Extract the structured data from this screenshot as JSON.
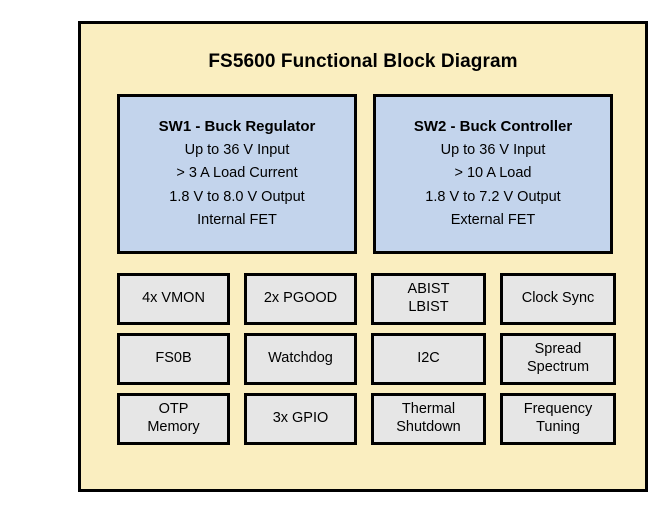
{
  "diagram": {
    "title": "FS5600 Functional Block Diagram",
    "colors": {
      "page_background": "#ffffff",
      "panel_background": "#faeec0",
      "panel_border": "#000000",
      "regulator_block_background": "#c3d4ec",
      "feature_block_background": "#e6e6e6",
      "text": "#000000"
    },
    "regulator_blocks": [
      {
        "id": "sw1",
        "title": "SW1 - Buck Regulator",
        "lines": [
          "Up to 36 V Input",
          "> 3 A Load Current",
          "1.8 V to 8.0 V Output",
          "Internal FET"
        ]
      },
      {
        "id": "sw2",
        "title": "SW2 - Buck Controller",
        "lines": [
          "Up to 36 V Input",
          "> 10 A Load",
          "1.8 V to 7.2 V Output",
          "External FET"
        ]
      }
    ],
    "feature_blocks": [
      {
        "id": "vmon",
        "lines": [
          "4x VMON"
        ]
      },
      {
        "id": "pgood",
        "lines": [
          "2x PGOOD"
        ]
      },
      {
        "id": "abist-lbist",
        "lines": [
          "ABIST",
          "LBIST"
        ]
      },
      {
        "id": "clock-sync",
        "lines": [
          "Clock Sync"
        ]
      },
      {
        "id": "fs0b",
        "lines": [
          "FS0B"
        ]
      },
      {
        "id": "watchdog",
        "lines": [
          "Watchdog"
        ]
      },
      {
        "id": "i2c",
        "lines": [
          "I2C"
        ]
      },
      {
        "id": "spread-spectrum",
        "lines": [
          "Spread",
          "Spectrum"
        ]
      },
      {
        "id": "otp-memory",
        "lines": [
          "OTP",
          "Memory"
        ]
      },
      {
        "id": "gpio",
        "lines": [
          "3x GPIO"
        ]
      },
      {
        "id": "thermal-shutdown",
        "lines": [
          "Thermal",
          "Shutdown"
        ]
      },
      {
        "id": "frequency-tuning",
        "lines": [
          "Frequency",
          "Tuning"
        ]
      }
    ]
  }
}
